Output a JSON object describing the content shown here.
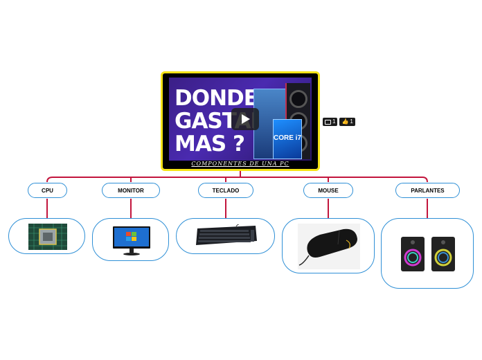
{
  "root": {
    "label": "COMPONENTES DE UNA PC",
    "thumbnail_lines": [
      "DONDE",
      "GASTAR",
      "MAS ?"
    ],
    "cpu_box_text": "CORE i7",
    "comments_count": "1",
    "likes_count": "1"
  },
  "branches": [
    {
      "id": "cpu",
      "label": "CPU",
      "image": "cpu-chip"
    },
    {
      "id": "monitor",
      "label": "MONITOR",
      "image": "monitor"
    },
    {
      "id": "teclado",
      "label": "TECLADO",
      "image": "keyboard"
    },
    {
      "id": "mouse",
      "label": "MOUSE",
      "image": "mouse"
    },
    {
      "id": "parlantes",
      "label": "PARLANTES",
      "image": "speakers"
    }
  ],
  "colors": {
    "connector": "#c2143c",
    "node_border": "#2e8fd6",
    "root_border": "#f5e316"
  }
}
